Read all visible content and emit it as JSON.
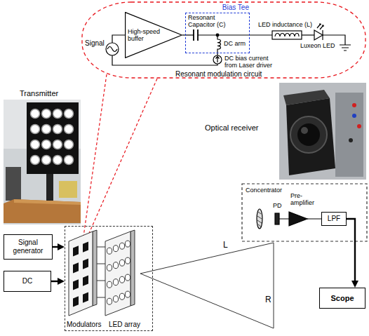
{
  "diagram": {
    "nodes": [
      {
        "text": [
          "Resonant modulation circuit"
        ]
      },
      {
        "text": [
          "High-speed buffer"
        ],
        "in": 0
      },
      {
        "text": [
          "Bias Tee"
        ],
        "in": 0
      },
      {
        "text": [
          "Signal generator"
        ]
      },
      {
        "text": [
          "DC"
        ]
      },
      {
        "text": [
          "Modulators",
          "LED array"
        ]
      },
      {
        "text": [
          "LPF"
        ]
      },
      {
        "text": [
          "Scope"
        ]
      }
    ],
    "edges": [
      {
        "from": 1,
        "to": 2,
        "arrow": "none"
      },
      {
        "from": 3,
        "to": 5,
        "arrow": "to"
      },
      {
        "from": 4,
        "to": 5,
        "arrow": "to"
      },
      {
        "from": 6,
        "to": 7,
        "arrow": "to"
      }
    ],
    "labels": [
      "Transmitter",
      "Signal",
      "Resonant Capacitor (C)",
      "DC arm",
      "LED inductance (L)",
      "Luxeon LED",
      "DC bias current from Laser driver",
      "Optical receiver",
      "Concentrator",
      "PD",
      "Pre-amplifier",
      "L",
      "R"
    ]
  }
}
